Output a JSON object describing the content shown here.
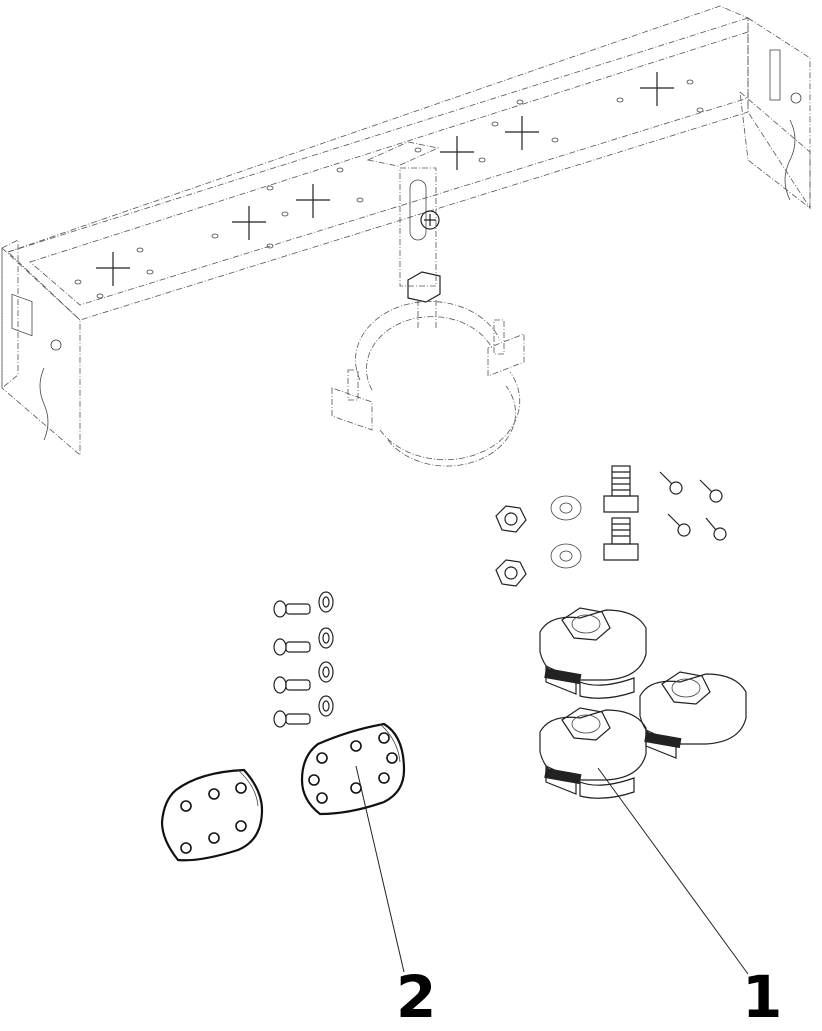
{
  "callouts": {
    "one": "1",
    "two": "2"
  },
  "icons": {
    "frame": "mounting-rail-frame",
    "clamp": "pipe-clamp",
    "plates": "rubber-pad-plate",
    "fasteners": "bolt-nut-washer",
    "couplers": "hex-union-coupler"
  }
}
